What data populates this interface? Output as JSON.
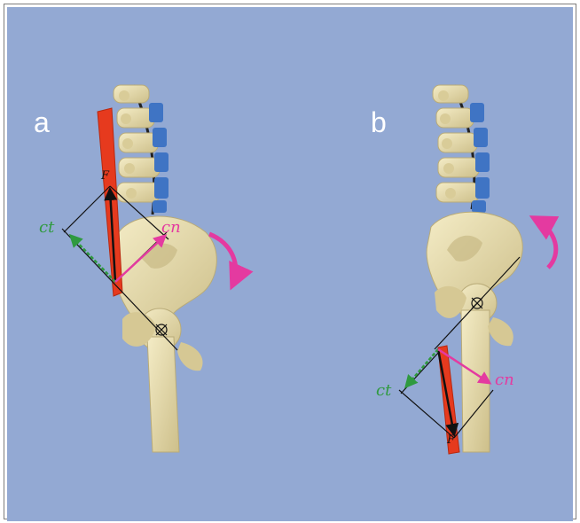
{
  "panels": {
    "a": {
      "label": "a"
    },
    "b": {
      "label": "b"
    }
  },
  "vector_labels": {
    "a_green": "ct",
    "a_magenta": "cn",
    "a_force": "F",
    "b_green": "ct",
    "b_magenta": "cn",
    "b_force": "F"
  },
  "colors": {
    "background": "#93a9d3",
    "bone": "#ece0b0",
    "disc": "#3f74c4",
    "muscle": "#e63a1e",
    "green_vector": "#2f9a3f",
    "magenta_vector": "#e43aa0",
    "axis_lines": "#111111"
  }
}
